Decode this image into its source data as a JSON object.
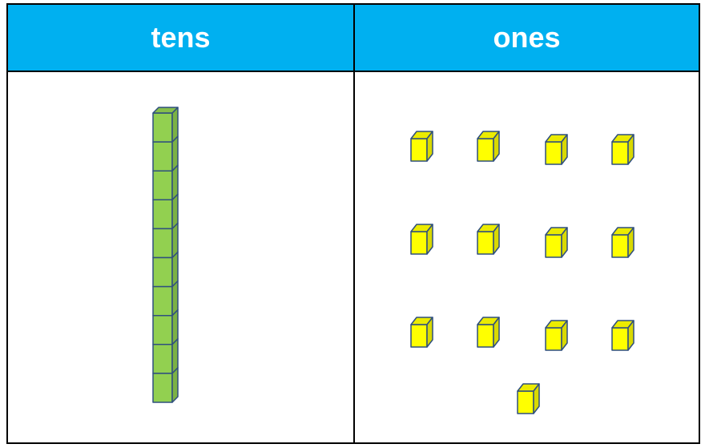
{
  "headers": {
    "tens": "tens",
    "ones": "ones"
  },
  "place_value": {
    "tens_rods": 1,
    "cubes_per_rod": 10,
    "ones_cubes": 13
  },
  "colors": {
    "header_background": "#00b0f0",
    "header_text": "#ffffff",
    "tens_rod": "#92d050",
    "ones_cube": "#ffff00",
    "block_outline": "#2f4f7f"
  }
}
